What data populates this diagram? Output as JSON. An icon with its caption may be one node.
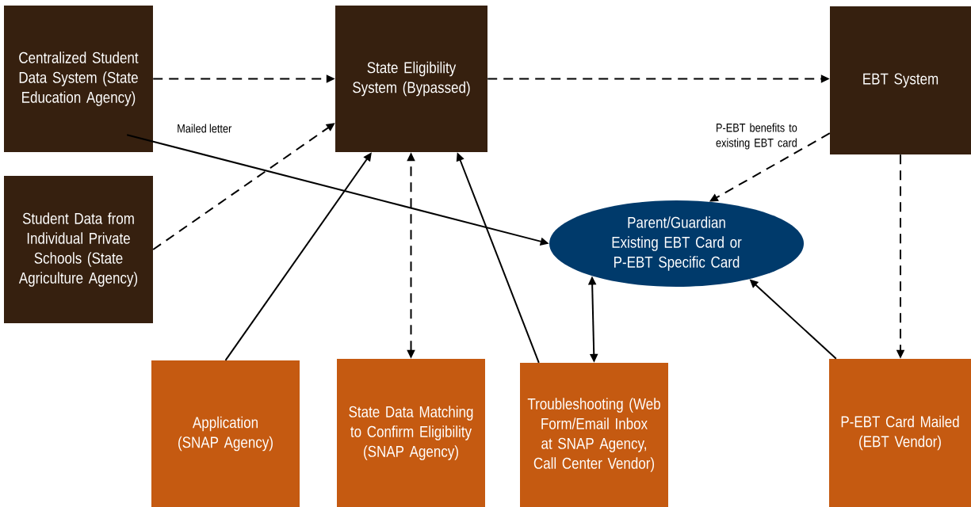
{
  "diagram": {
    "nodes": [
      {
        "text": [
          "Centralized Student Data System (State Education Agency)"
        ]
      },
      {
        "text": [
          "Student Data from Individual Private Schools (State Agriculture Agency)"
        ]
      },
      {
        "text": [
          "State Eligibility System (Bypassed)"
        ]
      },
      {
        "text": [
          "EBT System"
        ]
      },
      {
        "text": [
          "Parent/Guardian Existing EBT Card or P-EBT Specific Card"
        ]
      },
      {
        "text": [
          "Application (SNAP Agency)"
        ]
      },
      {
        "text": [
          "State Data Matching to Confirm Eligibility (SNAP Agency)"
        ]
      },
      {
        "text": [
          "Troubleshooting (Web Form/Email Inbox at SNAP Agency, Call Center Vendor)"
        ]
      },
      {
        "text": [
          "P-EBT Card Mailed (EBT Vendor)"
        ]
      }
    ],
    "edges": [
      {
        "from": 0,
        "to": 2,
        "arrow": "to",
        "style": "dashed"
      },
      {
        "from": 1,
        "to": 2,
        "arrow": "to",
        "style": "dashed"
      },
      {
        "from": 2,
        "to": 3,
        "arrow": "to",
        "style": "dashed"
      },
      {
        "from": 0,
        "to": 4,
        "arrow": "to",
        "label": "Mailed letter"
      },
      {
        "from": 3,
        "to": 4,
        "arrow": "to",
        "style": "dashed",
        "label": "P-EBT benefits to existing EBT card"
      },
      {
        "from": 5,
        "to": 2,
        "arrow": "to"
      },
      {
        "from": 6,
        "to": 2,
        "arrow": "both",
        "style": "dashed"
      },
      {
        "from": 7,
        "to": 2,
        "arrow": "to"
      },
      {
        "from": 4,
        "to": 7,
        "arrow": "both"
      },
      {
        "from": 3,
        "to": 8,
        "arrow": "to",
        "style": "dashed"
      },
      {
        "from": 8,
        "to": 4,
        "arrow": "to"
      }
    ]
  }
}
